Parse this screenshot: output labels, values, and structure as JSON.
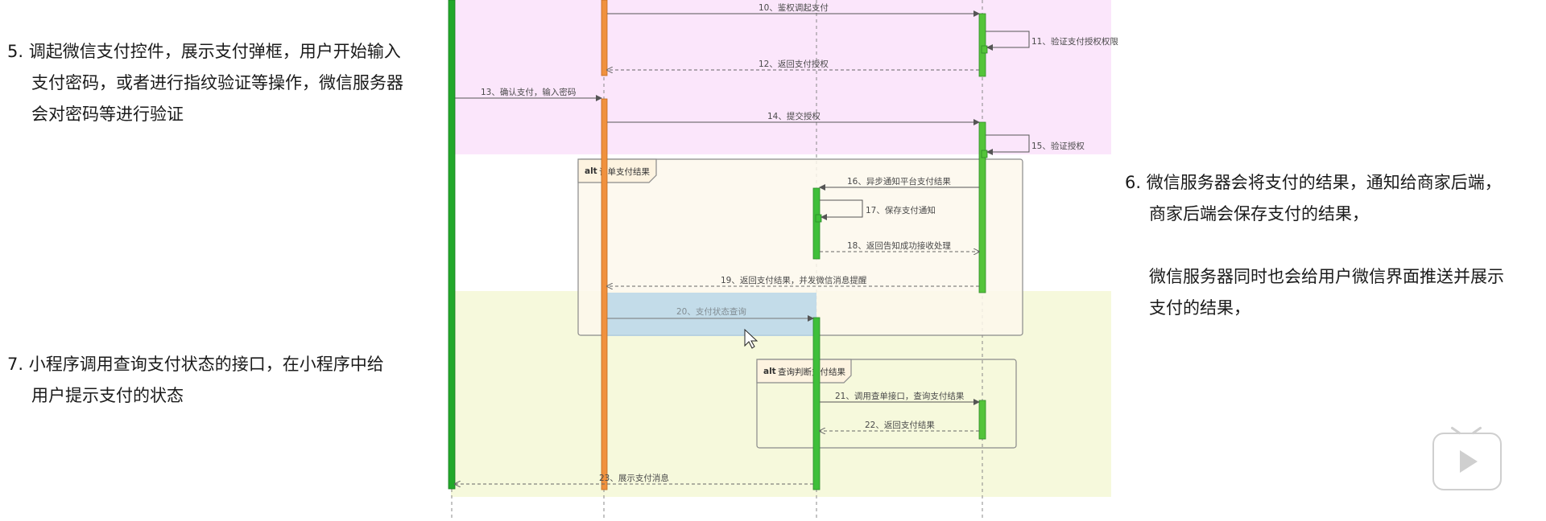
{
  "notes": {
    "step5": [
      "5. 调起微信支付控件，展示支付弹框，用户开始输入",
      "支付密码，或者进行指纹验证等操作，微信服务器",
      "会对密码等进行验证"
    ],
    "step6a": [
      "6. 微信服务器会将支付的结果，通知给商家后端，",
      "商家后端会保存支付的结果，"
    ],
    "step6b": [
      "微信服务器同时也会给用户微信界面推送并展示",
      "支付的结果，"
    ],
    "step7": [
      "7. 小程序调用查询支付状态的接口，在小程序中给",
      "用户提示支付的状态"
    ]
  },
  "diagram": {
    "alt_keyword": "alt",
    "alt_blocks": [
      "订单支付结果",
      "查询判断支付结果"
    ],
    "messages": [
      "10、鉴权调起支付",
      "11、验证支付授权权限",
      "12、返回支付授权",
      "13、确认支付，输入密码",
      "14、提交授权",
      "15、验证授权",
      "16、异步通知平台支付结果",
      "17、保存支付通知",
      "18、返回告知成功接收处理",
      "19、返回支付结果，并发微信消息提醒",
      "20、支付状态查询",
      "21、调用查单接口，查询支付结果",
      "22、返回支付结果",
      "23、展示支付消息"
    ],
    "colors": {
      "user_bar": "#22a82b",
      "miniapp_bar": "#f0913e",
      "wechat_bar": "#54c43a",
      "merchant_bar": "#3fbf3a",
      "pink_band": "#fbe6fb",
      "yellow_band": "#f6f9dc",
      "orange_box": "#fdf8ec",
      "highlight": "#b8d7e9"
    }
  },
  "overlay": {
    "play_icon": "bilibili-play-icon"
  }
}
